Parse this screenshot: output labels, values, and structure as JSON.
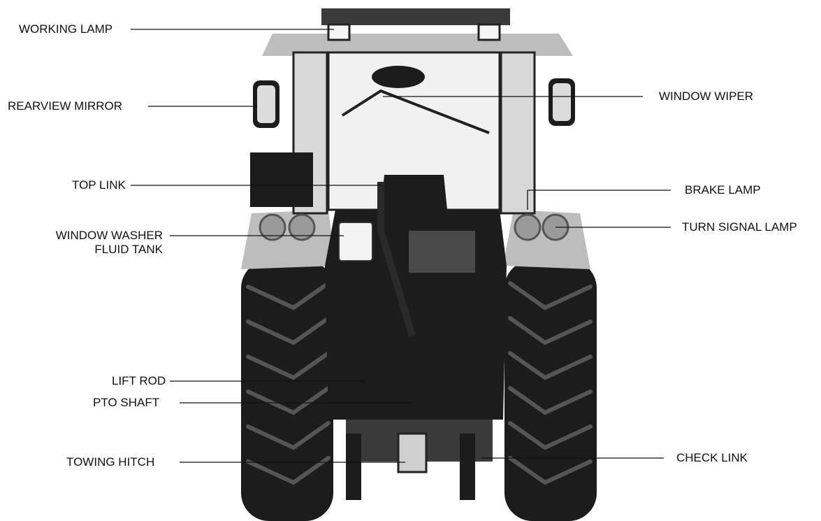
{
  "labels": {
    "working_lamp": "WORKING LAMP",
    "rearview_mirror": "REARVIEW MIRROR",
    "top_link": "TOP LINK",
    "window_washer_line1": "WINDOW WASHER",
    "window_washer_line2": "FLUID TANK",
    "lift_rod": "LIFT ROD",
    "pto_shaft": "PTO SHAFT",
    "towing_hitch": "TOWING HITCH",
    "window_wiper": "WINDOW WIPER",
    "brake_lamp": "BRAKE LAMP",
    "turn_signal_lamp": "TURN SIGNAL LAMP",
    "check_link": "CHECK LINK"
  },
  "colors": {
    "body_dark": "#1c1c1c",
    "fender": "#bdbdbd",
    "glass": "#f1f1f1"
  }
}
